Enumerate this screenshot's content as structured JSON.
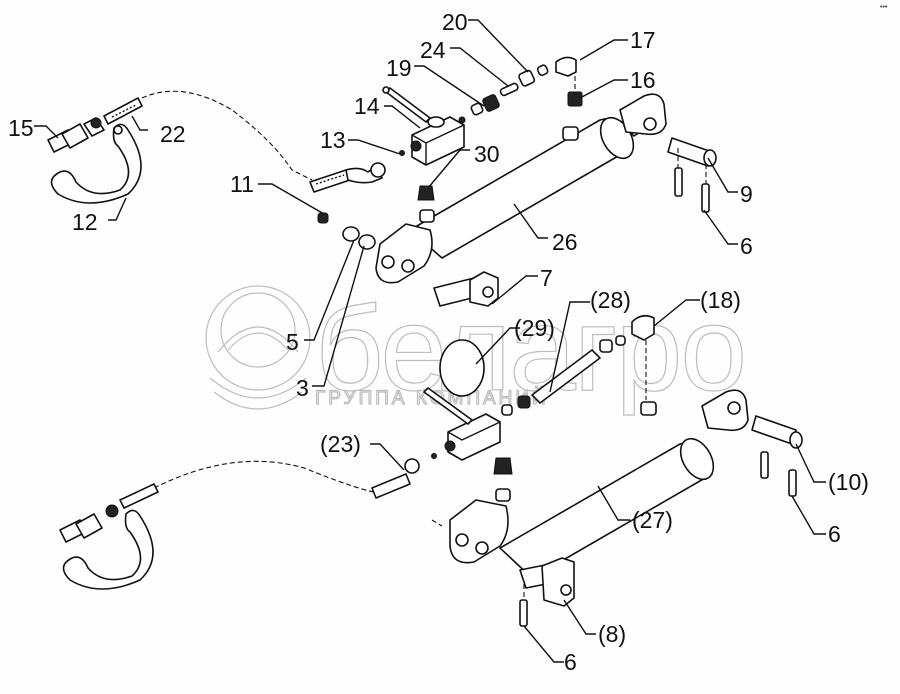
{
  "watermark": {
    "brand": "белагро",
    "tagline": "ГРУППА КОМПАНИЙ",
    "color": "#bdbdbd"
  },
  "corner_mark": "•••",
  "callouts": {
    "c15": "15",
    "c22": "22",
    "c12": "12",
    "c11": "11",
    "c13": "13",
    "c14": "14",
    "c19": "19",
    "c24": "24",
    "c20": "20",
    "c17": "17",
    "c16": "16",
    "c30": "30",
    "c26": "26",
    "c9": "9",
    "c6a": "6",
    "c7": "7",
    "c5": "5",
    "c3": "3",
    "c28": "(28)",
    "c29": "(29)",
    "c18": "(18)",
    "c23": "(23)",
    "c10": "(10)",
    "c6b": "6",
    "c27": "(27)",
    "c8": "(8)",
    "c6c": "6"
  },
  "colors": {
    "line": "#111111",
    "background": "#fdfefd"
  }
}
